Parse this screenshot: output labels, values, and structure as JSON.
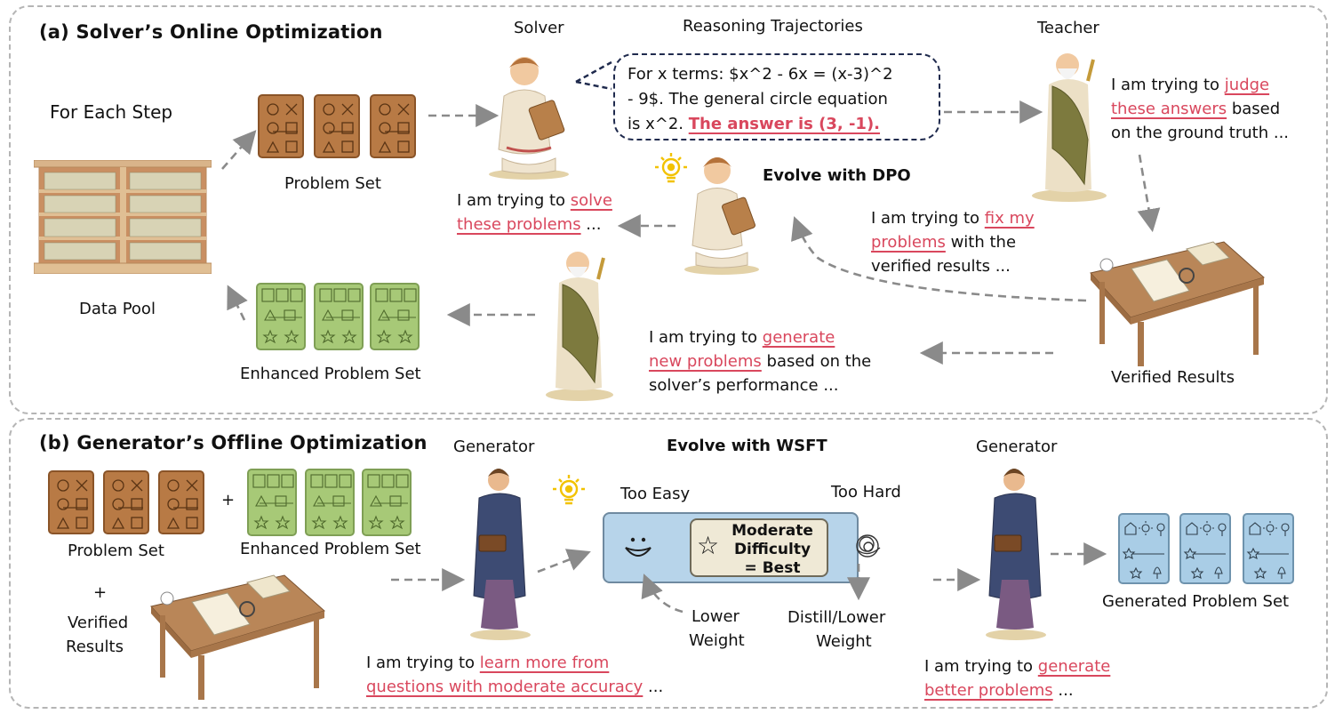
{
  "panel_a": {
    "title": "(a) Solver’s Online Optimization",
    "for_each_step": "For Each Step",
    "data_pool": "Data Pool",
    "problem_set": "Problem Set",
    "enhanced_problem_set": "Enhanced Problem Set",
    "solver_label": "Solver",
    "reasoning_label": "Reasoning Trajectories",
    "teacher_label": "Teacher",
    "verified_results": "Verified Results",
    "evolve_dpo": "Evolve with DPO",
    "bubble": {
      "line1": "For x terms: $x^2 - 6x = (x-3)^2",
      "line2": "- 9$. The general circle equation",
      "line3_prefix": "is x^2. ",
      "answer": "The answer is (3, -1)."
    },
    "solver_text": {
      "prefix": "I am trying to ",
      "highlight1": "solve",
      "highlight2": "these problems",
      "suffix": " ..."
    },
    "teacher_text": {
      "prefix": "I am trying to ",
      "highlight1": "judge",
      "highlight2": "these answers",
      "mid": " based",
      "line3": "on the ground truth ..."
    },
    "fix_text": {
      "prefix": "I am trying to ",
      "highlight1": "fix my",
      "highlight2": "problems",
      "mid": " with the",
      "line3": "verified results ..."
    },
    "generate_text": {
      "prefix": "I am trying to ",
      "highlight1": "generate",
      "highlight2": "new problems",
      "mid": " based on the",
      "line3": "solver’s performance ..."
    }
  },
  "panel_b": {
    "title": "(b) Generator’s Offline Optimization",
    "problem_set": "Problem Set",
    "plus1": "+",
    "enhanced_problem_set": "Enhanced Problem Set",
    "plus2": "+",
    "verified_line1": "Verified",
    "verified_line2": "Results",
    "generator_label_1": "Generator",
    "generator_label_2": "Generator",
    "evolve_wsft": "Evolve with WSFT",
    "too_easy": "Too Easy",
    "too_hard": "Too Hard",
    "moderate_line1": "Moderate",
    "moderate_line2": "Difficulty",
    "moderate_line3": "= Best",
    "lower_weight_1": "Lower",
    "lower_weight_2": "Weight",
    "distill_1": "Distill/Lower",
    "distill_2": "Weight",
    "generated_problem_set": "Generated Problem Set",
    "learn_text": {
      "prefix": "I am trying to ",
      "highlight1": "learn more from",
      "highlight2": "questions with moderate accuracy",
      "suffix": " ..."
    },
    "better_text": {
      "prefix": "I am trying to ",
      "highlight1": "generate",
      "highlight2": "better problems",
      "suffix": " ..."
    }
  },
  "colors": {
    "highlight": "#d9475d",
    "arrow": "#8a8a8a",
    "bubble_border": "#1f2a4d",
    "card_brown": "#b87a45",
    "card_green": "#a7c977",
    "card_blue": "#a9cde6",
    "bulb": "#f2c200"
  }
}
